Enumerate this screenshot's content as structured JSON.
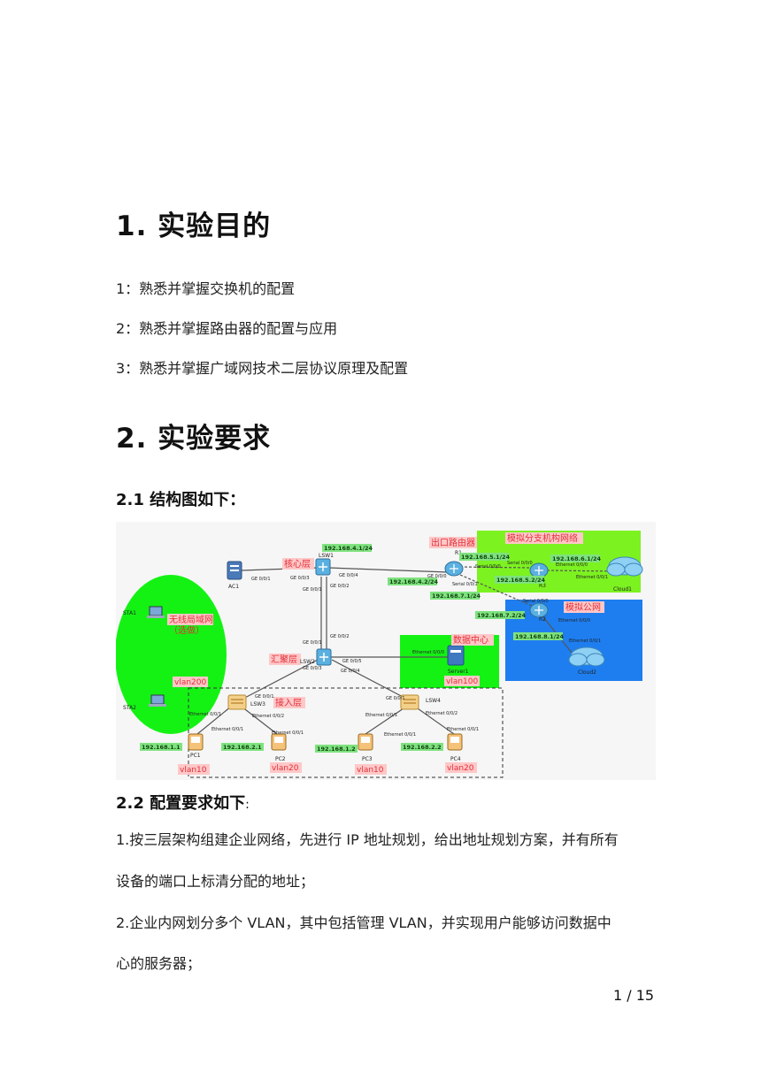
{
  "headings": {
    "h1_purpose": "1. 实验目的",
    "h1_requirements": "2. 实验要求",
    "h2_structure": "2.1 结构图如下：",
    "h2_config": "2.2 配置要求如下",
    "h2_config_suffix": ":"
  },
  "purpose_items": [
    "1：熟悉并掌握交换机的配置",
    "2：熟悉并掌握路由器的配置与应用",
    "3：熟悉并掌握广域网技术二层协议原理及配置"
  ],
  "config_paragraphs": {
    "p1_line1": "1.按三层架构组建企业网络，先进行 IP 地址规划，给出地址规划方案，并有所有",
    "p1_line2": "设备的端口上标清分配的地址；",
    "p2_line1": "2.企业内网划分多个 VLAN，其中包括管理 VLAN，并实现用户能够访问数据中",
    "p2_line2": "心的服务器；"
  },
  "page_number": "1 / 15",
  "diagram": {
    "region_labels": {
      "wireless": "无线局域网",
      "wireless_sub": "（选做）",
      "branch": "模拟分支机构网络",
      "public": "模拟公网",
      "datacenter": "数据中心",
      "core": "核心层",
      "aggregation": "汇聚层",
      "access": "接入层",
      "egress": "出口路由器"
    },
    "devices": {
      "ac1": "AC1",
      "lsw1": "LSW1",
      "lsw2": "LSW2",
      "lsw3": "LSW3",
      "lsw4": "LSW4",
      "r1": "R1",
      "r2": "R2",
      "r3": "R3",
      "server1": "Server1",
      "cloud1": "Cloud1",
      "cloud2": "Cloud2",
      "sta1": "STA1",
      "sta2": "STA2",
      "pc1": "PC1",
      "pc2": "PC2",
      "pc3": "PC3",
      "pc4": "PC4"
    },
    "ip_labels": {
      "lsw1_up": "192.168.4.1/24",
      "r1_ge": "192.168.4.2/24",
      "r1_s1": "192.168.5.1/24",
      "r3_s": "192.168.5.2/24",
      "r3_eth": "192.168.6.1/24",
      "r1_s2": "192.168.7.1/24",
      "r2_s": "192.168.7.2/24",
      "r2_eth": "192.168.8.1/24",
      "pc1": "192.168.1.1",
      "pc2": "192.168.2.1",
      "pc3": "192.168.1.2",
      "pc4": "192.168.2.2"
    },
    "vlan_labels": {
      "wlan": "vlan200",
      "server": "vlan100",
      "pc1": "vlan10",
      "pc2": "vlan20",
      "pc3": "vlan10",
      "pc4": "vlan20"
    },
    "port_labels": {
      "ac1_ge": "GE 0/0/1",
      "lsw1_ge3": "GE 0/0/3",
      "lsw1_ge4": "GE 0/0/4",
      "lsw1_ge1": "GE 0/0/1",
      "lsw1_ge2": "GE 0/0/2",
      "r1_ge0": "GE 0/0/0",
      "r1_s000": "Serial 0/0/0",
      "r1_s001": "Serial 0/0/1",
      "r3_s000": "Serial 0/0/0",
      "r3_eth": "Ethernet 0/0/0",
      "cloud1_eth": "Ethernet 0/0/1",
      "r2_s": "Serial 0/0/0",
      "r2_eth": "Ethernet 0/0/0",
      "cloud2_eth": "Ethernet 0/0/1",
      "lsw2_ge1": "GE 0/0/1",
      "lsw2_ge2": "GE 0/0/2",
      "lsw2_ge3": "GE 0/0/3",
      "lsw2_ge4": "GE 0/0/4",
      "lsw2_ge5": "GE 0/0/5",
      "server_eth": "Ethernet 0/0/0",
      "lsw3_ge": "GE 0/0/1",
      "lsw3_e1": "Ethernet 0/0/1",
      "lsw3_e2": "Ethernet 0/0/2",
      "pc1_eth": "Ethernet 0/0/1",
      "pc2_eth": "Ethernet 0/0/1",
      "lsw4_ge": "GE 0/0/1",
      "lsw4_e1": "Ethernet 0/0/1",
      "lsw4_e2": "Ethernet 0/0/2",
      "pc3_eth": "Ethernet 0/0/1",
      "pc4_eth": "Ethernet 0/0/1"
    },
    "colors": {
      "green_region": "#14f214",
      "branch_region": "#7cf220",
      "blue_region": "#1e7ef0",
      "ip_box": "#7fe27f",
      "label_box": "#ffc8c8",
      "label_text": "#e0303a",
      "link": "#555555"
    }
  }
}
